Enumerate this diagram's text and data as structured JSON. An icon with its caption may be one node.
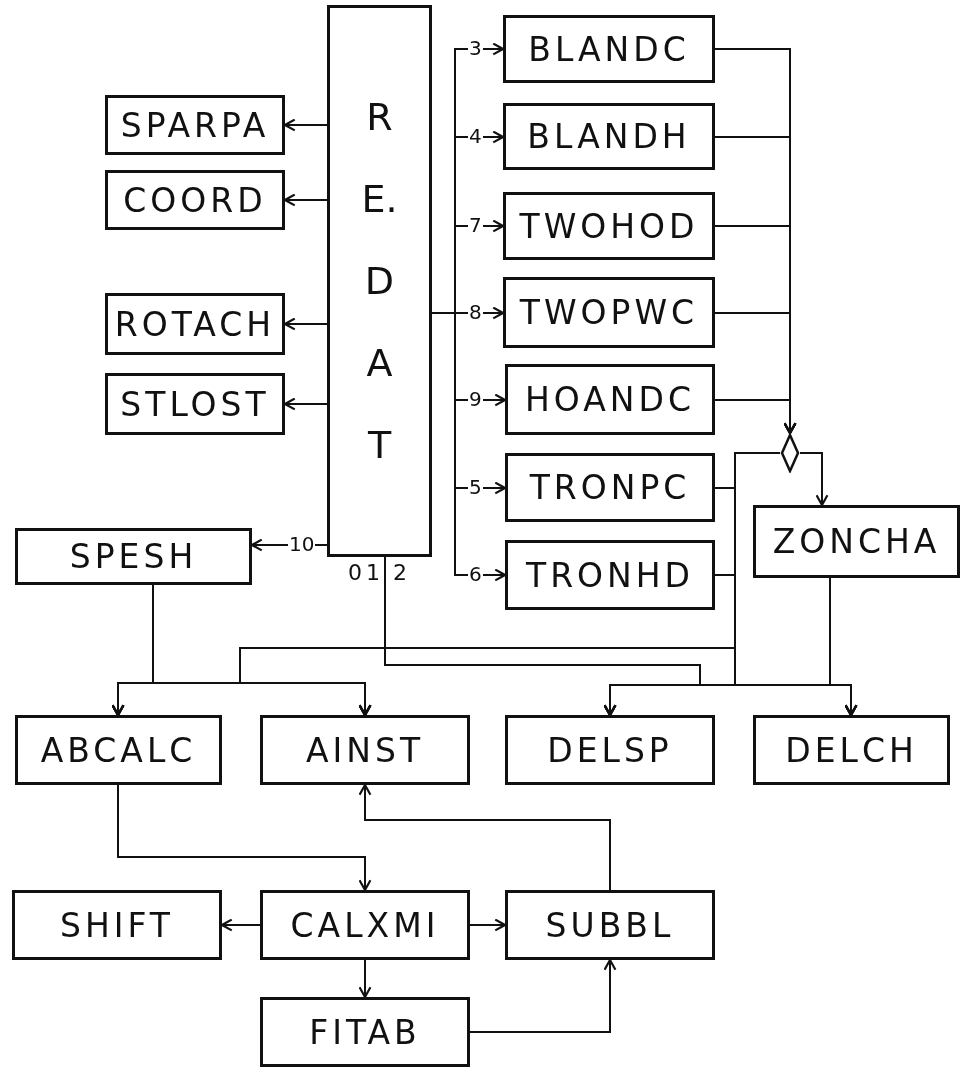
{
  "diagram": {
    "nodes": [
      {
        "text": [
          "RE.DAT"
        ]
      },
      {
        "text": [
          "SPARPA"
        ]
      },
      {
        "text": [
          "COORD"
        ]
      },
      {
        "text": [
          "ROTACH"
        ]
      },
      {
        "text": [
          "STLOST"
        ]
      },
      {
        "text": [
          "SPESH"
        ]
      },
      {
        "text": [
          "BLANDC"
        ]
      },
      {
        "text": [
          "BLANDH"
        ]
      },
      {
        "text": [
          "TWOHOD"
        ]
      },
      {
        "text": [
          "TWOPWC"
        ]
      },
      {
        "text": [
          "HOANDC"
        ]
      },
      {
        "text": [
          "TRONPC"
        ]
      },
      {
        "text": [
          "TRONHD"
        ]
      },
      {
        "text": [],
        "shape": "diamond"
      },
      {
        "text": [
          "ZONCHA"
        ]
      },
      {
        "text": [
          "ABCALC"
        ]
      },
      {
        "text": [
          "AINST"
        ]
      },
      {
        "text": [
          "DELSP"
        ]
      },
      {
        "text": [
          "DELCH"
        ]
      },
      {
        "text": [
          "SHIFT"
        ]
      },
      {
        "text": [
          "CALXMI"
        ]
      },
      {
        "text": [
          "SUBBL"
        ]
      },
      {
        "text": [
          "FITAB"
        ]
      }
    ],
    "edges": [
      {
        "from": 0,
        "to": 1,
        "arrow": "to"
      },
      {
        "from": 0,
        "to": 2,
        "arrow": "to"
      },
      {
        "from": 0,
        "to": 3,
        "arrow": "to"
      },
      {
        "from": 0,
        "to": 4,
        "arrow": "to"
      },
      {
        "from": 0,
        "to": 5,
        "arrow": "to",
        "label": "10"
      },
      {
        "from": 0,
        "to": 6,
        "arrow": "to",
        "label": "3"
      },
      {
        "from": 0,
        "to": 7,
        "arrow": "to",
        "label": "4"
      },
      {
        "from": 0,
        "to": 8,
        "arrow": "to",
        "label": "7"
      },
      {
        "from": 0,
        "to": 9,
        "arrow": "to",
        "label": "8"
      },
      {
        "from": 0,
        "to": 10,
        "arrow": "to",
        "label": "9"
      },
      {
        "from": 0,
        "to": 11,
        "arrow": "to",
        "label": "5"
      },
      {
        "from": 0,
        "to": 12,
        "arrow": "to",
        "label": "6"
      },
      {
        "from": 6,
        "to": 13,
        "arrow": "to"
      },
      {
        "from": 7,
        "to": 13,
        "arrow": "to"
      },
      {
        "from": 8,
        "to": 13,
        "arrow": "to"
      },
      {
        "from": 9,
        "to": 13,
        "arrow": "to"
      },
      {
        "from": 10,
        "to": 13,
        "arrow": "to"
      },
      {
        "from": 13,
        "to": 14,
        "arrow": "to"
      },
      {
        "from": 13,
        "to": 17,
        "arrow": "to"
      },
      {
        "from": 13,
        "to": 18,
        "arrow": "to"
      },
      {
        "from": 13,
        "to": 15,
        "arrow": "to"
      },
      {
        "from": 13,
        "to": 16,
        "arrow": "to"
      },
      {
        "from": 11,
        "to": 17,
        "arrow": "to"
      },
      {
        "from": 11,
        "to": 18,
        "arrow": "to"
      },
      {
        "from": 11,
        "to": 15,
        "arrow": "to"
      },
      {
        "from": 11,
        "to": 16,
        "arrow": "to"
      },
      {
        "from": 12,
        "to": 17,
        "arrow": "to"
      },
      {
        "from": 12,
        "to": 18,
        "arrow": "to"
      },
      {
        "from": 12,
        "to": 15,
        "arrow": "to"
      },
      {
        "from": 12,
        "to": 16,
        "arrow": "to"
      },
      {
        "from": 0,
        "to": 15,
        "arrow": "to"
      },
      {
        "from": 0,
        "to": 16,
        "arrow": "to"
      },
      {
        "from": 0,
        "to": 17,
        "arrow": "to"
      },
      {
        "from": 0,
        "to": 18,
        "arrow": "to"
      },
      {
        "from": 5,
        "to": 15,
        "arrow": "to"
      },
      {
        "from": 5,
        "to": 16,
        "arrow": "to"
      },
      {
        "from": 14,
        "to": 17,
        "arrow": "to"
      },
      {
        "from": 14,
        "to": 18,
        "arrow": "to"
      },
      {
        "from": 15,
        "to": 20,
        "arrow": "to"
      },
      {
        "from": 20,
        "to": 19,
        "arrow": "to"
      },
      {
        "from": 20,
        "to": 21,
        "arrow": "to"
      },
      {
        "from": 20,
        "to": 22,
        "arrow": "to"
      },
      {
        "from": 22,
        "to": 21,
        "arrow": "to"
      },
      {
        "from": 21,
        "to": 16,
        "arrow": "to"
      }
    ],
    "labels": [
      "0",
      "1",
      "2"
    ]
  }
}
